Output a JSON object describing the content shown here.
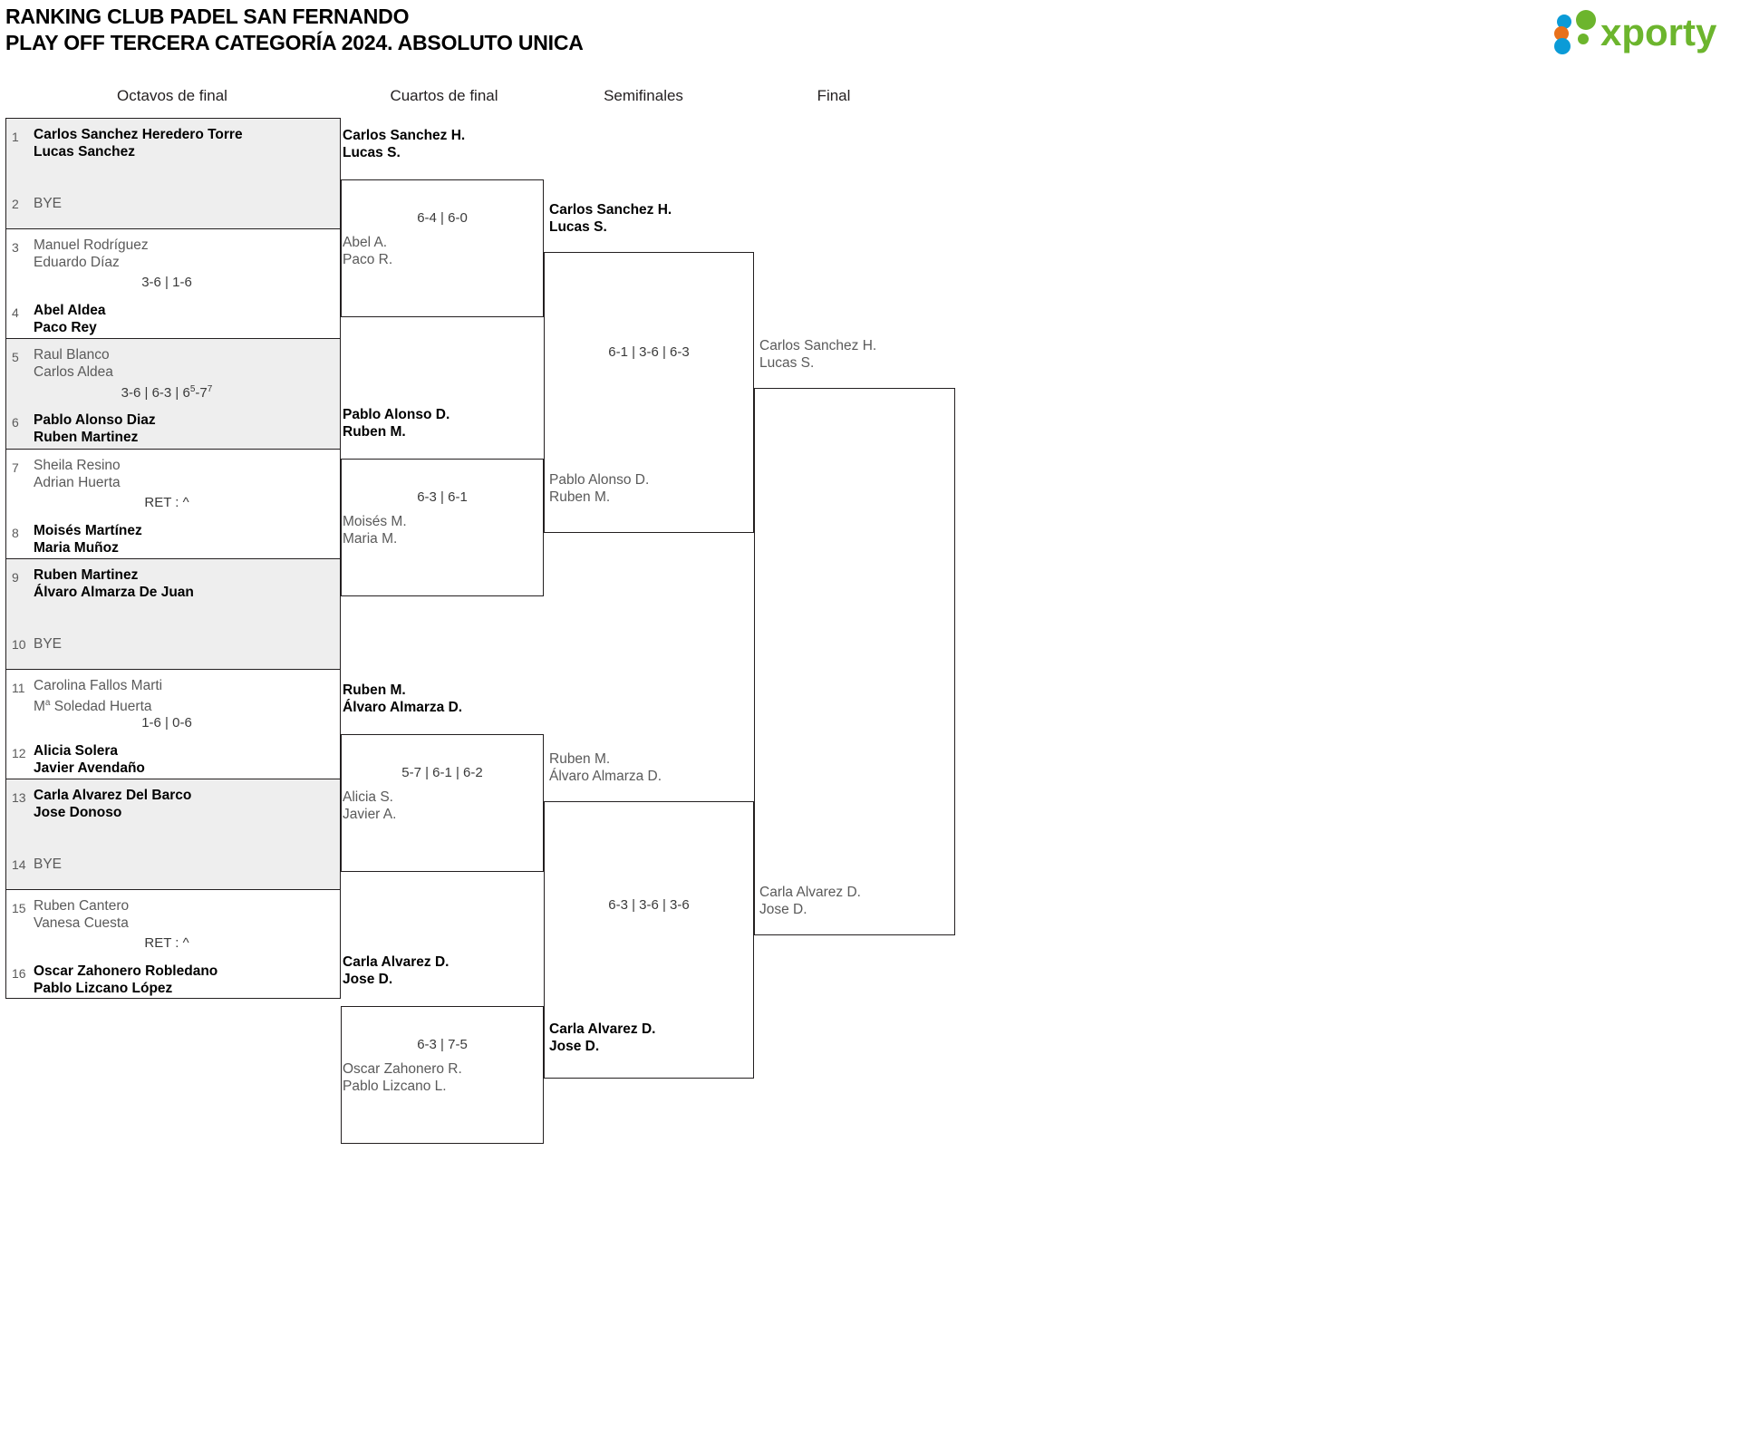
{
  "header": {
    "title_line1": "RANKING CLUB PADEL SAN FERNANDO",
    "title_line2": "PLAY OFF TERCERA CATEGORÍA 2024. ABSOLUTO UNICA",
    "logo_text": "xporty",
    "logo_colors": {
      "green": "#6cb52d",
      "blue": "#0b9bd7",
      "orange": "#e8701a"
    }
  },
  "rounds": [
    {
      "label": "Octavos de final"
    },
    {
      "label": "Cuartos de final"
    },
    {
      "label": "Semifinales"
    },
    {
      "label": "Final"
    }
  ],
  "round1": [
    {
      "shaded": true,
      "score": "",
      "top": {
        "seed": "1",
        "line1": "Carlos Sanchez Heredero Torre",
        "line2": "Lucas Sanchez",
        "result": "winner"
      },
      "bottom": {
        "seed": "2",
        "line1": "BYE",
        "line2": "",
        "result": "bye"
      }
    },
    {
      "shaded": false,
      "score": "3-6 | 1-6",
      "top": {
        "seed": "3",
        "line1": "Manuel Rodríguez",
        "line2": "Eduardo Díaz",
        "result": "loser"
      },
      "bottom": {
        "seed": "4",
        "line1": "Abel Aldea",
        "line2": "Paco Rey",
        "result": "winner"
      }
    },
    {
      "shaded": true,
      "score": "3-6 | 6-3 | 6⁵-7⁷",
      "top": {
        "seed": "5",
        "line1": "Raul Blanco",
        "line2": "Carlos Aldea",
        "result": "loser"
      },
      "bottom": {
        "seed": "6",
        "line1": "Pablo Alonso Diaz",
        "line2": "Ruben Martinez",
        "result": "winner"
      }
    },
    {
      "shaded": false,
      "score": "RET : ^",
      "top": {
        "seed": "7",
        "line1": "Sheila Resino",
        "line2": "Adrian Huerta",
        "result": "loser"
      },
      "bottom": {
        "seed": "8",
        "line1": "Moisés Martínez",
        "line2": "Maria Muñoz",
        "result": "winner"
      }
    },
    {
      "shaded": true,
      "score": "",
      "top": {
        "seed": "9",
        "line1": "Ruben Martinez",
        "line2": "Álvaro Almarza De Juan",
        "result": "winner"
      },
      "bottom": {
        "seed": "10",
        "line1": "BYE",
        "line2": "",
        "result": "bye"
      }
    },
    {
      "shaded": false,
      "score": "1-6 | 0-6",
      "top": {
        "seed": "11",
        "line1": "Carolina Fallos Marti",
        "line2": "Mª Soledad Huerta",
        "result": "loser"
      },
      "bottom": {
        "seed": "12",
        "line1": "Alicia Solera",
        "line2": "Javier Avendaño",
        "result": "winner"
      }
    },
    {
      "shaded": true,
      "score": "",
      "top": {
        "seed": "13",
        "line1": "Carla Alvarez Del Barco",
        "line2": "Jose Donoso",
        "result": "winner"
      },
      "bottom": {
        "seed": "14",
        "line1": "BYE",
        "line2": "",
        "result": "bye"
      }
    },
    {
      "shaded": false,
      "score": "RET : ^",
      "top": {
        "seed": "15",
        "line1": "Ruben Cantero",
        "line2": "Vanesa Cuesta",
        "result": "loser"
      },
      "bottom": {
        "seed": "16",
        "line1": "Oscar Zahonero Robledano",
        "line2": "Pablo Lizcano López",
        "result": "winner"
      }
    }
  ],
  "round2": [
    {
      "score": "6-4 | 6-0",
      "top": {
        "line1": "Carlos Sanchez H.",
        "line2": "Lucas S.",
        "result": "winner"
      },
      "bottom": {
        "line1": "Abel A.",
        "line2": "Paco R.",
        "result": "loser"
      }
    },
    {
      "score": "6-3 | 6-1",
      "top": {
        "line1": "Pablo Alonso D.",
        "line2": "Ruben M.",
        "result": "winner"
      },
      "bottom": {
        "line1": "Moisés M.",
        "line2": "Maria M.",
        "result": "loser"
      }
    },
    {
      "score": "5-7 | 6-1 | 6-2",
      "top": {
        "line1": "Ruben M.",
        "line2": "Álvaro Almarza D.",
        "result": "winner"
      },
      "bottom": {
        "line1": "Alicia S.",
        "line2": "Javier A.",
        "result": "loser"
      }
    },
    {
      "score": "6-3 | 7-5",
      "top": {
        "line1": "Carla Alvarez D.",
        "line2": "Jose D.",
        "result": "winner"
      },
      "bottom": {
        "line1": "Oscar Zahonero R.",
        "line2": "Pablo Lizcano L.",
        "result": "loser"
      }
    }
  ],
  "round3": [
    {
      "score": "6-1 | 3-6 | 6-3",
      "top": {
        "line1": "Carlos Sanchez H.",
        "line2": "Lucas S.",
        "result": "winner"
      },
      "bottom": {
        "line1": "Pablo Alonso D.",
        "line2": "Ruben M.",
        "result": "loser"
      }
    },
    {
      "score": "6-3 | 3-6 | 3-6",
      "top": {
        "line1": "Ruben M.",
        "line2": "Álvaro Almarza D.",
        "result": "loser"
      },
      "bottom": {
        "line1": "Carla Alvarez D.",
        "line2": "Jose D.",
        "result": "winner"
      }
    }
  ],
  "round4": [
    {
      "score": "",
      "top": {
        "line1": "Carlos Sanchez H.",
        "line2": "Lucas S.",
        "result": "loser"
      },
      "bottom": {
        "line1": "Carla Alvarez D.",
        "line2": "Jose D.",
        "result": "loser"
      }
    }
  ]
}
